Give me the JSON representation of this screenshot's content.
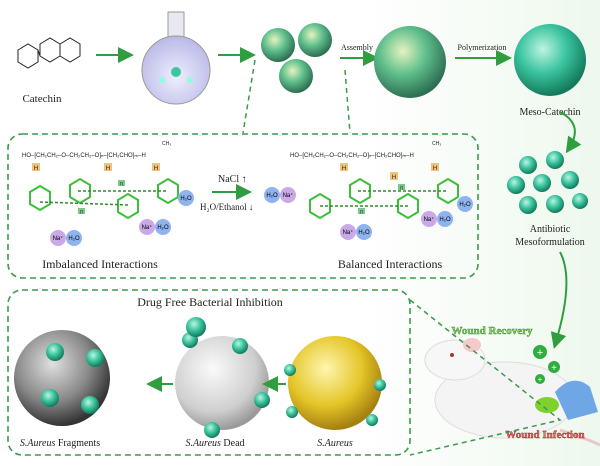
{
  "top_row": {
    "catechin_label": "Catechin",
    "assembly_label": "Assembly",
    "polymerization_label": "Polymerization",
    "meso_label": "Meso-Catechin"
  },
  "interaction_panel": {
    "polymer_formula_left": "HO‒[CH₂CH₂‒O‒CH₂CH₂‒O]ₙ‒[CH₂CHO]ₘ‒H",
    "polymer_formula_right": "HO‒[CH₂CH₂‒O‒CH₂CH₂‒O]ₙ‒[CH₂CHO]ₘ‒H",
    "ch3": "CH₃",
    "h_bond_tag": "H",
    "pi_tag": "π",
    "nacl_label": "NaCl ↑",
    "solvent_label": "H₂O/Ethanol ↓",
    "na_ion": "Na⁺",
    "water": "H₂O",
    "imbalanced_label": "Imbalanced Interactions",
    "balanced_label": "Balanced Interactions"
  },
  "right_column": {
    "formulation_line1": "Antibiotic",
    "formulation_line2": "Mesoformulation",
    "wound_recovery": "Wound Recovery",
    "wound_infection": "Wound Infection"
  },
  "bacteria_panel": {
    "title": "Drug Free Bacterial Inhibition",
    "fragments_label_italic": "S.Aureus",
    "fragments_label_rest": " Fragments",
    "dead_label_italic": "S.Aureus",
    "dead_label_rest": " Dead",
    "alive_label": "S.Aureus"
  },
  "colors": {
    "green": "#2e9e3e",
    "dash": "#3a9a48",
    "sphere": "#3cc6a0",
    "na": "#c9a9e8",
    "water": "#8fb3ef",
    "infection": "#d03a3a"
  }
}
